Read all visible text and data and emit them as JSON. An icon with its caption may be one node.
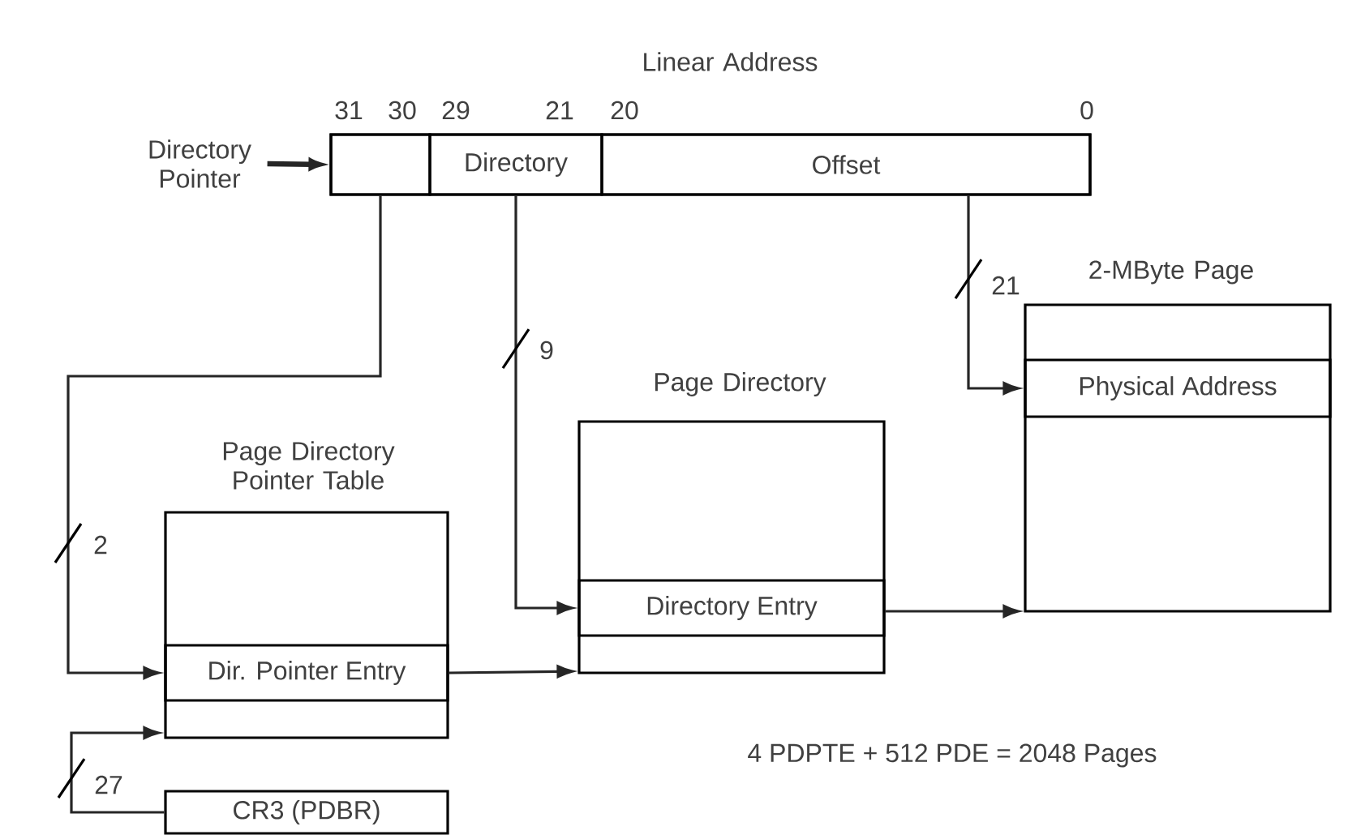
{
  "diagram": {
    "nodes": [
      {
        "text": [
          "Linear Address"
        ]
      },
      {
        "text": [],
        "shape": "box",
        "in": 0
      },
      {
        "text": [
          "Directory"
        ],
        "in": 0
      },
      {
        "text": [
          "Offset"
        ],
        "in": 0
      },
      {
        "text": [
          "Directory Pointer"
        ]
      },
      {
        "text": [
          "Page Directory Pointer Table"
        ]
      },
      {
        "text": [
          "Dir. Pointer Entry"
        ],
        "in": 5
      },
      {
        "text": [
          "Page Directory"
        ]
      },
      {
        "text": [
          "Directory Entry"
        ],
        "in": 7
      },
      {
        "text": [
          "2-MByte Page"
        ]
      },
      {
        "text": [
          "Physical Address"
        ],
        "in": 9
      },
      {
        "text": [
          "CR3 (PDBR)"
        ]
      }
    ],
    "edges": [
      {
        "from": 4,
        "to": 0,
        "arrow": "to",
        "style": "thick"
      },
      {
        "from": 1,
        "to": 6,
        "arrow": "to",
        "label": "2"
      },
      {
        "from": 2,
        "to": 8,
        "arrow": "to",
        "label": "9"
      },
      {
        "from": 3,
        "to": 10,
        "arrow": "to",
        "label": "21"
      },
      {
        "from": 6,
        "to": 7,
        "arrow": "to"
      },
      {
        "from": 8,
        "to": 9,
        "arrow": "to"
      },
      {
        "from": 11,
        "to": 5,
        "arrow": "to",
        "label": "27"
      }
    ],
    "labels": [
      "31",
      "30",
      "29",
      "21",
      "20",
      "0",
      "4 PDPTE + 512 PDE = 2048 Pages"
    ]
  }
}
